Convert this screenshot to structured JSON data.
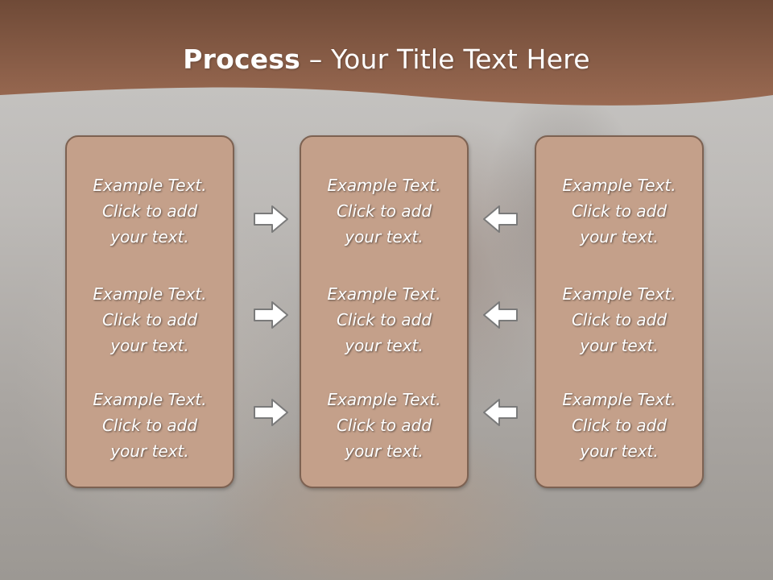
{
  "slide": {
    "title_bold": "Process",
    "title_rest": " – Your Title Text Here"
  },
  "columns": [
    {
      "items": [
        {
          "line1": "Example Text.",
          "line2": "Click  to add",
          "line3": "your text."
        },
        {
          "line1": "Example Text.",
          "line2": "Click  to add",
          "line3": "your text."
        },
        {
          "line1": "Example Text.",
          "line2": "Click  to add",
          "line3": "your text."
        }
      ]
    },
    {
      "items": [
        {
          "line1": "Example Text.",
          "line2": "Click  to add",
          "line3": "your text."
        },
        {
          "line1": "Example Text.",
          "line2": "Click  to add",
          "line3": "your text."
        },
        {
          "line1": "Example Text.",
          "line2": "Click  to add",
          "line3": "your text."
        }
      ]
    },
    {
      "items": [
        {
          "line1": "Example Text.",
          "line2": "Click  to add",
          "line3": "your text."
        },
        {
          "line1": "Example Text.",
          "line2": "Click  to add",
          "line3": "your text."
        },
        {
          "line1": "Example Text.",
          "line2": "Click  to add",
          "line3": "your text."
        }
      ]
    }
  ],
  "arrows": {
    "left_group": "arrow-right-icon",
    "right_group": "arrow-left-icon"
  },
  "colors": {
    "banner": "#8e5f48",
    "box_fill": "#c4a08a",
    "box_border": "#7d6252",
    "arrow_fill": "#ffffff",
    "arrow_stroke": "#7a7a7a"
  }
}
